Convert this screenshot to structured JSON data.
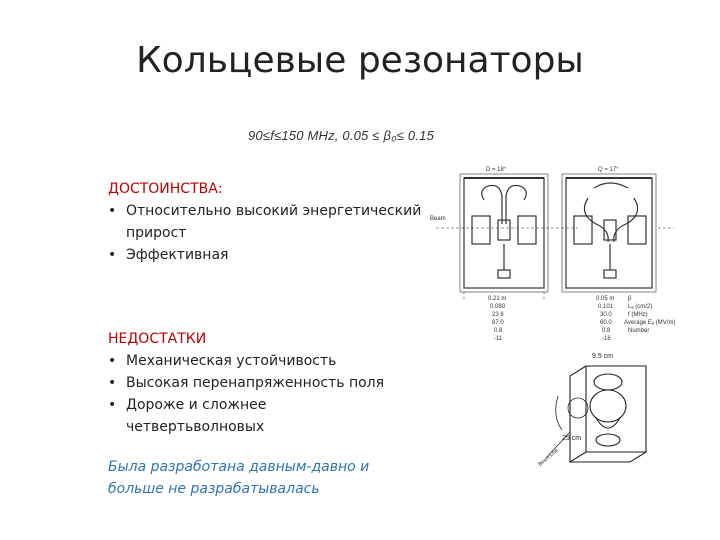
{
  "slide": {
    "title": "Кольцевые резонаторы",
    "formula": "90≤f≤150 MHz, 0.05 ≤ β₀≤ 0.15"
  },
  "advantages": {
    "heading": "ДОСТОИНСТВА:",
    "items": [
      "Относительно высокий энергетический прирост",
      "Эффективная"
    ]
  },
  "disadvantages": {
    "heading": "НЕДОСТАТКИ",
    "items": [
      "Механическая устойчивость",
      "Высокая перенапряженность поля",
      "Дороже и сложнее четвертьволновых"
    ]
  },
  "note": "Была разработана давным-давно и больше не разрабатывалась",
  "figure_left": {
    "gap_label": "D = 18°",
    "beam_label": "Beam",
    "dims": [
      "0.21 m",
      "0.080",
      "23.6",
      "87.0",
      "0.8",
      "-11"
    ]
  },
  "figure_right": {
    "gap_label": "Q = 17°",
    "dims": [
      "0.05 m",
      "0.101",
      "30.0",
      "60.0",
      "0.8",
      "-16"
    ],
    "labels": [
      "β",
      "Lₐ (cm/2)",
      "f (MHz)",
      "Average Eₐ (MV/m)",
      "Number"
    ]
  },
  "figure_bottom": {
    "dim_top": "9.5 cm",
    "dim_side": "25 cm",
    "dim_diag": "Beam Line"
  }
}
